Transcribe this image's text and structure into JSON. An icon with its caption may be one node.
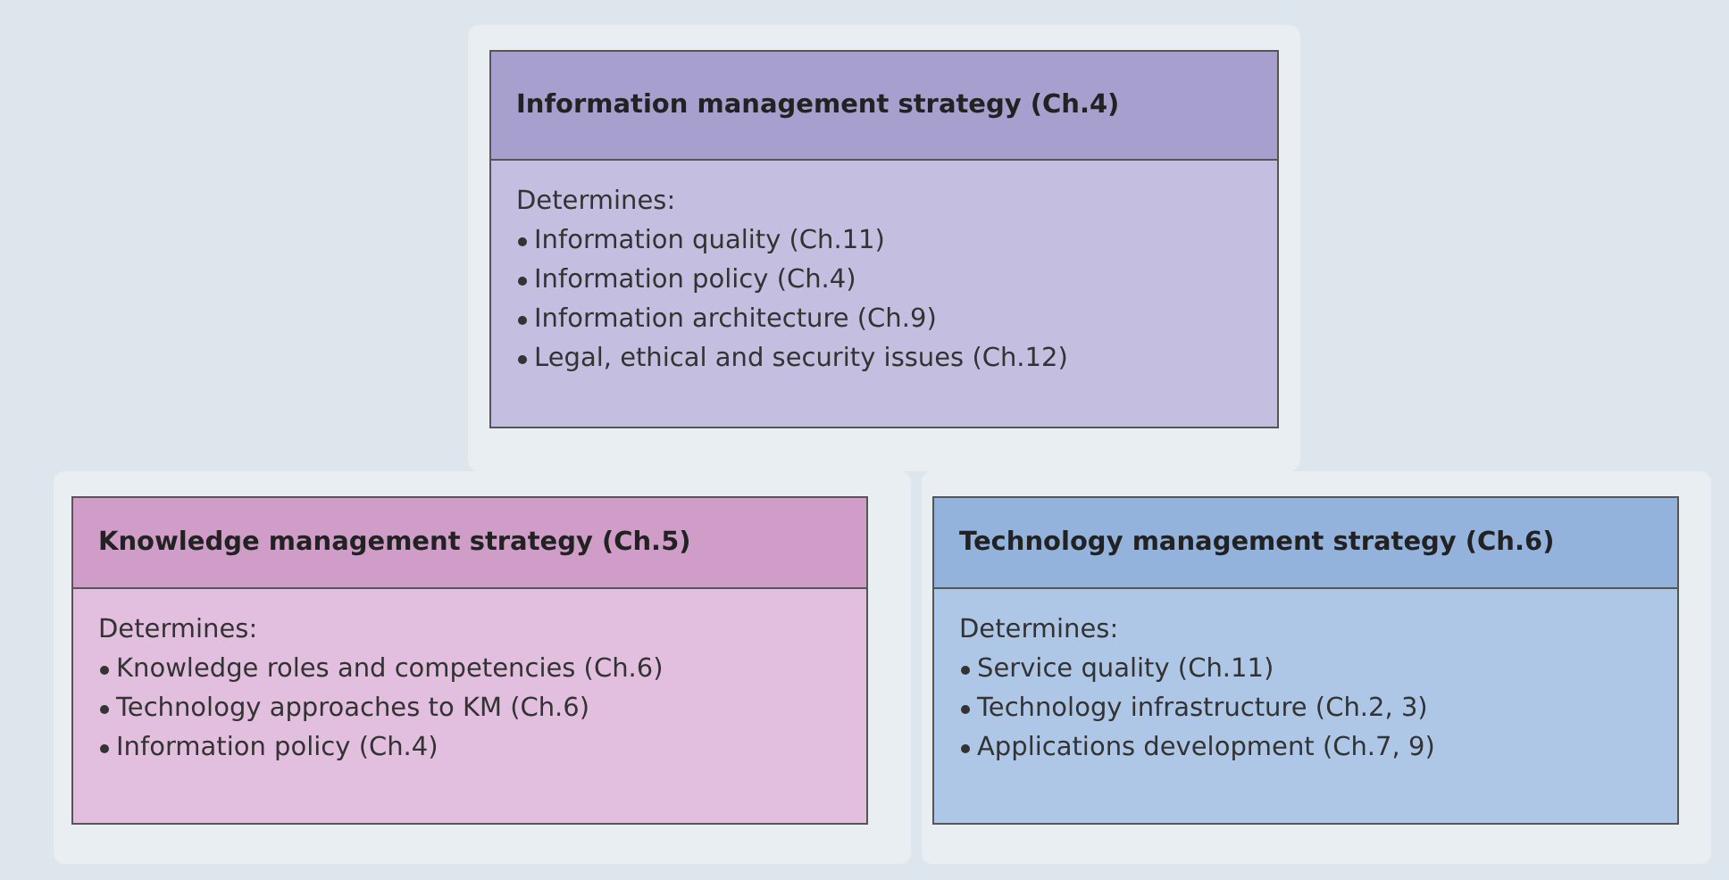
{
  "diagram": {
    "nodes": [
      {
        "text": [
          "Information management strategy (Ch.4)",
          "Determines:",
          "Information quality (Ch.11)",
          "Information policy (Ch.4)",
          "Information architecture (Ch.9)",
          "Legal, ethical and security issues (Ch.12)"
        ]
      },
      {
        "text": [
          "Knowledge management strategy (Ch.5)",
          "Determines:",
          "Knowledge roles and competencies (Ch.6)",
          "Technology approaches to KM (Ch.6)",
          "Information policy (Ch.4)"
        ]
      },
      {
        "text": [
          "Technology management strategy (Ch.6)",
          "Determines:",
          "Service quality (Ch.11)",
          "Technology infrastructure (Ch.2, 3)",
          "Applications development (Ch.7, 9)"
        ]
      }
    ]
  }
}
